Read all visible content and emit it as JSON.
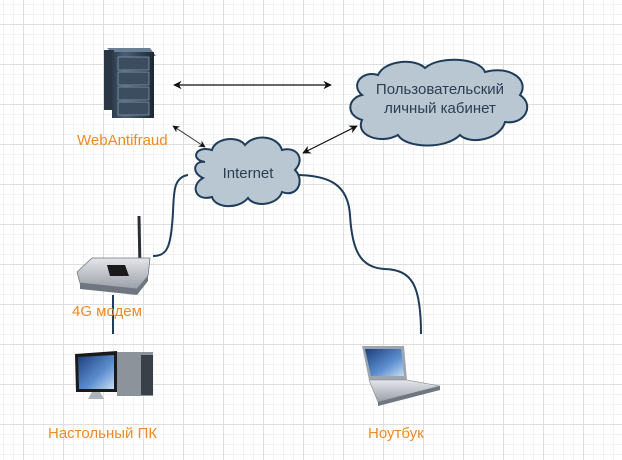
{
  "colors": {
    "label": "#f08a24",
    "cloud_fill": "#b9c7d3",
    "cloud_stroke": "#1f3d5a",
    "cable": "#1f3d5a",
    "arrow": "#111111",
    "cloud_text": "#2c3e50"
  },
  "nodes": {
    "server": {
      "label": "WebAntifraud",
      "icon": "server-rack-icon"
    },
    "internet": {
      "label": "Internet",
      "icon": "cloud-icon"
    },
    "cabinet": {
      "label_line1": "Пользовательский",
      "label_line2": "личный кабинет",
      "icon": "cloud-icon"
    },
    "modem": {
      "label": "4G модем",
      "icon": "router-icon"
    },
    "desktop": {
      "label": "Настольный ПК",
      "icon": "desktop-pc-icon"
    },
    "laptop": {
      "label": "Ноутбук",
      "icon": "laptop-icon"
    }
  },
  "edges": [
    {
      "from": "server",
      "to": "cabinet",
      "type": "bidirectional-arrow"
    },
    {
      "from": "server",
      "to": "internet",
      "type": "bidirectional-arrow"
    },
    {
      "from": "internet",
      "to": "cabinet",
      "type": "bidirectional-arrow"
    },
    {
      "from": "internet",
      "to": "modem",
      "type": "cable"
    },
    {
      "from": "internet",
      "to": "laptop",
      "type": "cable"
    },
    {
      "from": "modem",
      "to": "desktop",
      "type": "cable"
    }
  ]
}
